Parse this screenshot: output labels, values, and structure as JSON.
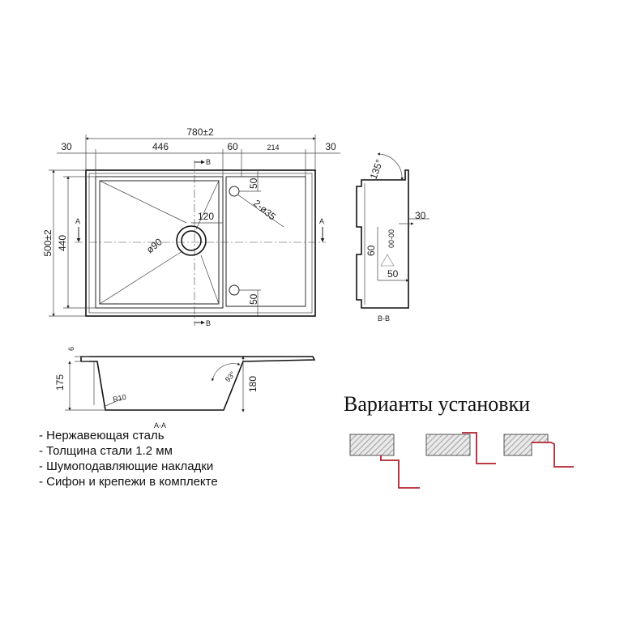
{
  "dimensions": {
    "total_width": "780±2",
    "seg_30_left": "30",
    "bowl_width": "446",
    "seg_60": "60",
    "drainer_214": "214",
    "seg_30_right": "30",
    "total_depth": "500±2",
    "inner_depth": "440",
    "dist_120": "120",
    "drain_dia": "ø90",
    "holes": "2-ø35",
    "hole_offset_top": "50",
    "hole_offset_bottom": "50",
    "angle_135": "135°",
    "side_30": "30",
    "side_60": "60",
    "side_50": "50",
    "side_tag": "00-00",
    "flange_6": "6",
    "depth_175": "175",
    "depth_180": "180",
    "radius": "R10",
    "angle_93": "93°"
  },
  "section_labels": {
    "a": "A",
    "b": "B",
    "bb": "B-B",
    "aa": "A-A"
  },
  "features": [
    "- Нержавеющая сталь",
    "- Толщина стали 1.2 мм",
    "- Шумоподавляющие накладки",
    "- Сифон и крепежи в комплекте"
  ],
  "variants_title": "Варианты установки",
  "colors": {
    "line": "#222222",
    "accent": "#b3212e",
    "hatch": "#7a7a7a"
  }
}
